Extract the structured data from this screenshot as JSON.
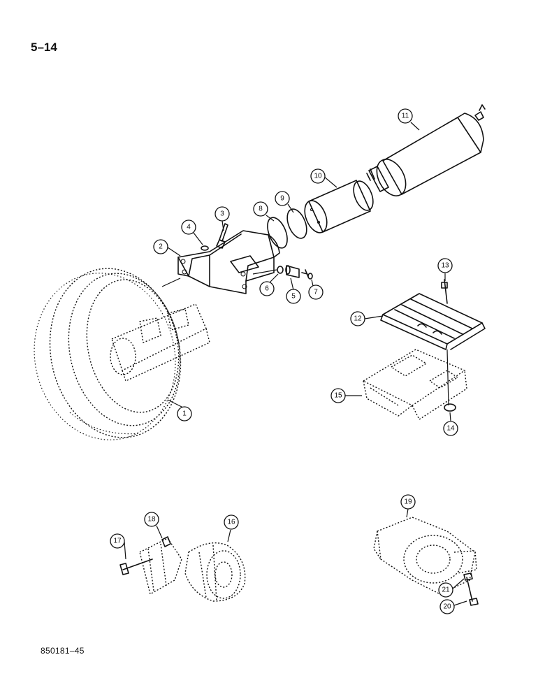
{
  "page": {
    "number": "5–14",
    "figure_id": "850181–45"
  },
  "callouts": [
    "1",
    "2",
    "3",
    "4",
    "5",
    "6",
    "7",
    "8",
    "9",
    "10",
    "11",
    "12",
    "13",
    "14",
    "15",
    "16",
    "17",
    "18",
    "19",
    "20",
    "21"
  ]
}
